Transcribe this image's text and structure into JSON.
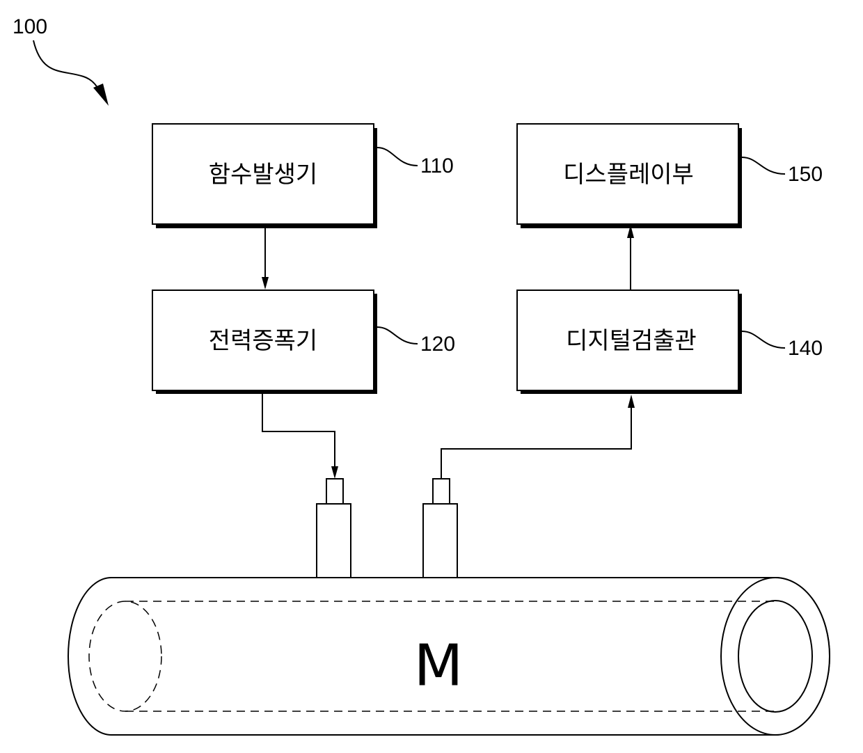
{
  "figure": {
    "ref": "100"
  },
  "blocks": {
    "function_generator": {
      "label": "함수발생기",
      "ref": "110"
    },
    "power_amplifier": {
      "label": "전력증폭기",
      "ref": "120"
    },
    "digital_detector": {
      "label": "디지털검출관",
      "ref": "140"
    },
    "display": {
      "label": "디스플레이부",
      "ref": "150"
    }
  },
  "pipe": {
    "label": "M"
  }
}
